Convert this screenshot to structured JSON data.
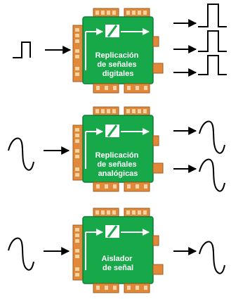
{
  "modules": [
    {
      "label_lines": [
        "Replicación",
        "de señales",
        "digitales"
      ],
      "input_signal": "square-pulse",
      "output_signal": "square-pulse",
      "outputs": 3
    },
    {
      "label_lines": [
        "Replicación",
        "de señales",
        "analógicas"
      ],
      "input_signal": "analog-wave",
      "output_signal": "analog-wave",
      "outputs": 2
    },
    {
      "label_lines": [
        "Aislador",
        "de señal"
      ],
      "input_signal": "analog-wave",
      "output_signal": "analog-wave",
      "outputs": 1
    }
  ],
  "colors": {
    "board_green": "#17a84a",
    "board_outline": "#0f7d35",
    "connector_orange": "#e0893a",
    "connector_dark": "#a65a1c",
    "terminal_light": "#f7d3a3",
    "arrow_black": "#000000",
    "isolator_white": "#ffffff"
  },
  "icons": [
    "square-pulse-icon",
    "analog-wave-icon",
    "arrow-right-icon",
    "isolator-slash-icon"
  ]
}
